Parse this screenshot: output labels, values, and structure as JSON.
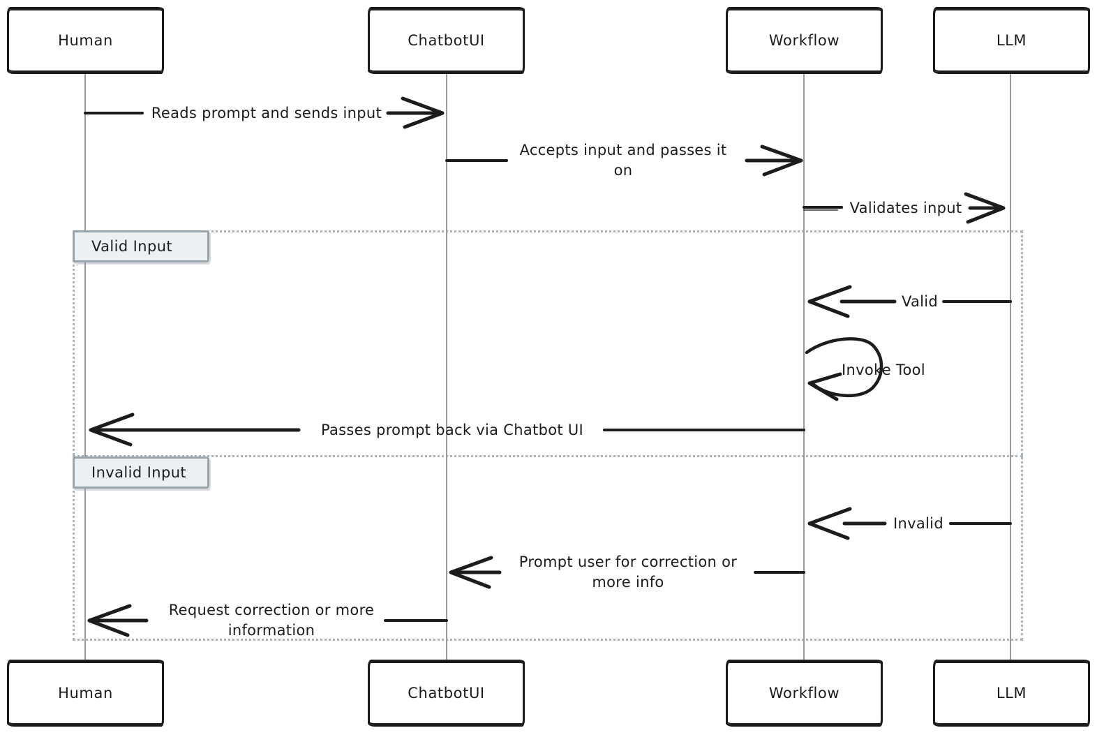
{
  "actors": [
    {
      "name": "Human"
    },
    {
      "name": "ChatbotUI"
    },
    {
      "name": "Workflow"
    },
    {
      "name": "LLM"
    }
  ],
  "messages": {
    "reads_prompt": "Reads prompt and sends input",
    "accepts_input": "Accepts input and passes it on",
    "validates_input": "Validates input",
    "valid": "Valid",
    "invoke_tool": "Invoke Tool",
    "passes_back": "Passes prompt back via Chatbot UI",
    "invalid": "Invalid",
    "prompt_user": "Prompt user for correction or more info",
    "request_correction": "Request correction or more information"
  },
  "sections": [
    {
      "label": "Valid Input"
    },
    {
      "label": "Invalid Input"
    }
  ],
  "colors": {
    "ink": "#1c1c1c",
    "lifeline": "#9b9b9b",
    "frame_border": "#a9b4bb",
    "section_label_bg": "#edf0f2",
    "section_label_border": "#99a3aa",
    "background": "#ffffff"
  }
}
